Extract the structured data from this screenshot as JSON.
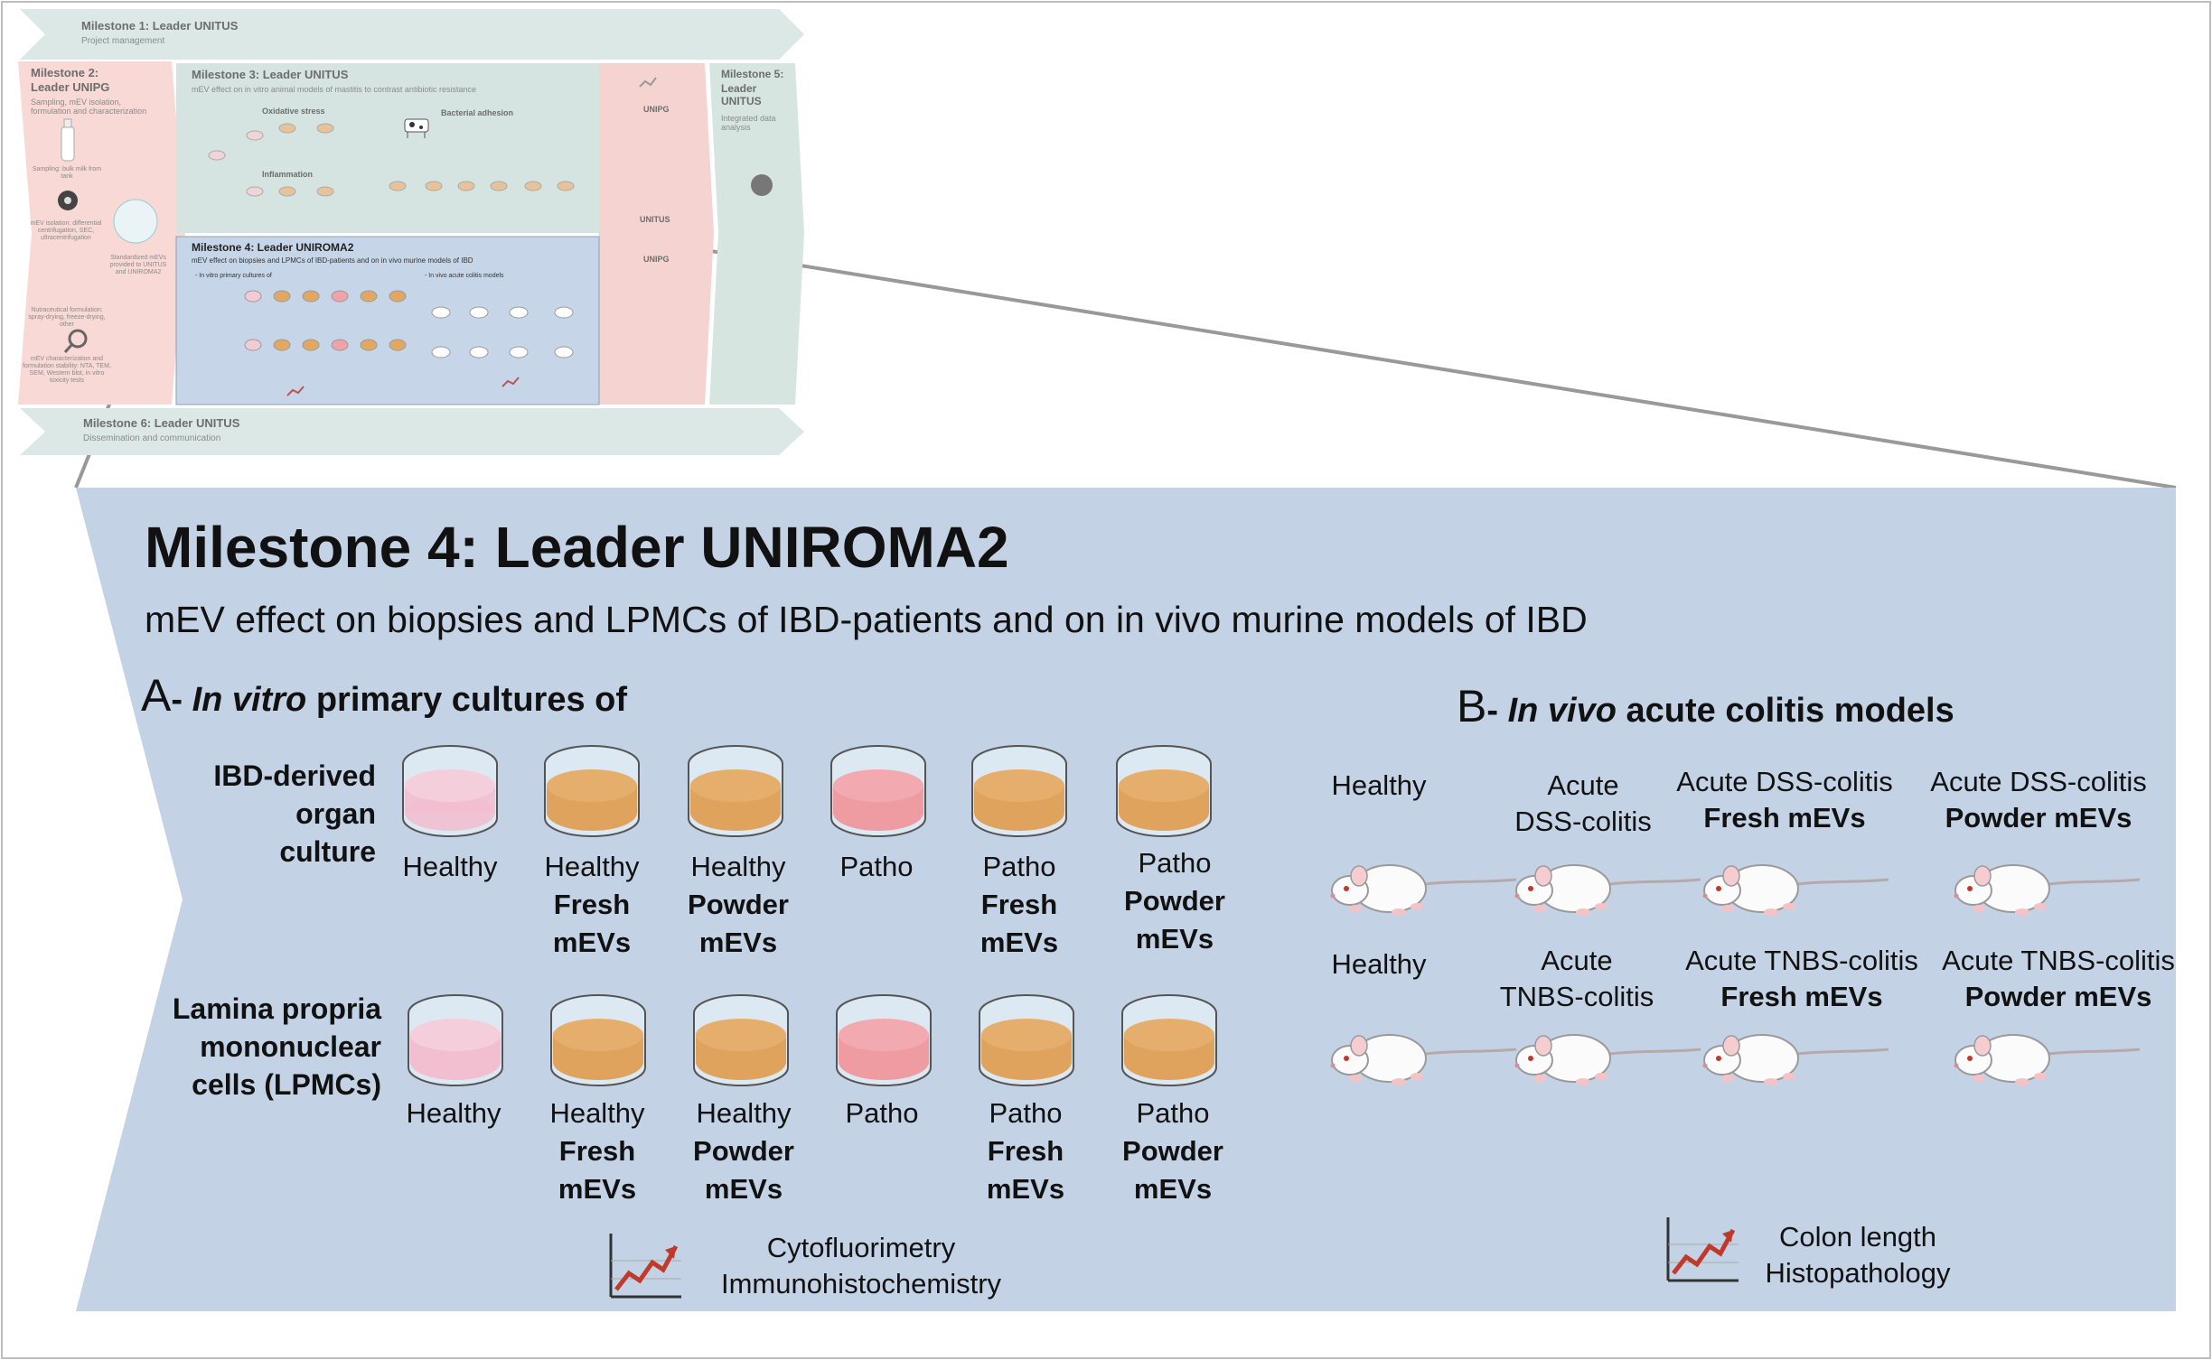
{
  "overview": {
    "m1": {
      "title": "Milestone 1: Leader UNITUS",
      "sub": "Project management"
    },
    "m2": {
      "title": "Milestone 2:",
      "title2": "Leader UNIPG",
      "sub": "Sampling, mEV isolation, formulation and characterization",
      "items": [
        "Sampling: bulk milk from tank",
        "mEV isolation: differential centrifugation, SEC, ultracentrifugation",
        "Nutraceutical formulation: spray-drying, freeze-drying, other",
        "mEV characterization and formulation stability: NTA, TEM, SEM, Western blot, in vitro toxicity tests",
        "Standardized mEVs provided to UNITUS and UNIROMA2"
      ]
    },
    "m3": {
      "title": "Milestone 3: Leader UNITUS",
      "sub": "mEV effect on in vitro animal models of mastitis to contrast antibiotic resistance",
      "oxidative": "Oxidative stress",
      "inflammation": "Inflammation",
      "bacterial": "Bacterial adhesion"
    },
    "m4": {
      "title": "Milestone 4: Leader UNIROMA2",
      "sub": "mEV effect on biopsies and LPMCs of IBD-patients and on in vivo murine models of IBD",
      "a": "- In vitro primary cultures of",
      "b": "- In vivo acute colitis models"
    },
    "m5": {
      "title": "Milestone 5:",
      "title2": "Leader UNITUS",
      "sub": "Integrated data analysis"
    },
    "m6": {
      "title": "Milestone 6: Leader UNITUS",
      "sub": "Dissemination and communication"
    },
    "unipg": "UNIPG",
    "unitus": "UNITUS",
    "uniroma": "UNIPG"
  },
  "panel": {
    "title": "Milestone 4: Leader UNIROMA2",
    "subtitle": "mEV effect on biopsies and LPMCs of IBD-patients and on in vivo murine models of IBD",
    "sectionA": {
      "letter": "A",
      "italic": "In vitro",
      "rest": " primary cultures of"
    },
    "sectionB": {
      "letter": "B",
      "italic": "In vivo",
      "rest": " acute colitis models"
    },
    "row1_label": [
      "IBD-derived",
      "organ",
      "culture"
    ],
    "row2_label": [
      "Lamina propria",
      "mononuclear",
      "cells (LPMCs)"
    ],
    "dish_conditions": [
      {
        "l1": "Healthy",
        "l2": "",
        "l3": "",
        "fill": "#f1bfcf"
      },
      {
        "l1": "Healthy",
        "l2": "Fresh",
        "l3": "mEVs",
        "fill": "#e0a35d"
      },
      {
        "l1": "Healthy",
        "l2": "Powder",
        "l3": "mEVs",
        "fill": "#e0a35d"
      },
      {
        "l1": "Patho",
        "l2": "",
        "l3": "",
        "fill": "#ee9ca2"
      },
      {
        "l1": "Patho",
        "l2": "Fresh",
        "l3": "mEVs",
        "fill": "#e0a35d"
      },
      {
        "l1": "Patho",
        "l2": "Powder",
        "l3": "mEVs",
        "fill": "#e0a35d"
      }
    ],
    "readout_a": [
      "Cytofluorimetry",
      "Immunohistochemistry"
    ],
    "mice_row1": [
      {
        "l1": "",
        "l2": "Healthy",
        "bold": ""
      },
      {
        "l1": "Acute",
        "l2": "DSS-colitis",
        "bold": ""
      },
      {
        "l1": "Acute DSS-colitis",
        "l2": "",
        "bold": "Fresh mEVs"
      },
      {
        "l1": "Acute DSS-colitis",
        "l2": "",
        "bold": "Powder  mEVs"
      }
    ],
    "mice_row2": [
      {
        "l1": "",
        "l2": "Healthy",
        "bold": ""
      },
      {
        "l1": "Acute",
        "l2": "TNBS-colitis",
        "bold": ""
      },
      {
        "l1": "Acute TNBS-colitis",
        "l2": "",
        "bold": "Fresh mEVs"
      },
      {
        "l1": "Acute TNBS-colitis",
        "l2": "",
        "bold": "Powder mEVs"
      }
    ],
    "readout_b": [
      "Colon length",
      "Histopathology"
    ]
  },
  "colors": {
    "panel_bg": "#c3d3e5",
    "pink_bg": "#f7d5d3",
    "green_bg": "#d3e2df",
    "dish_orange": "#e0a35d",
    "chart_red": "#c0392b"
  },
  "icons": [
    "petri-dish-icon",
    "mouse-icon",
    "line-chart-icon",
    "milk-bottle-icon",
    "cow-icon",
    "brain-icon"
  ]
}
